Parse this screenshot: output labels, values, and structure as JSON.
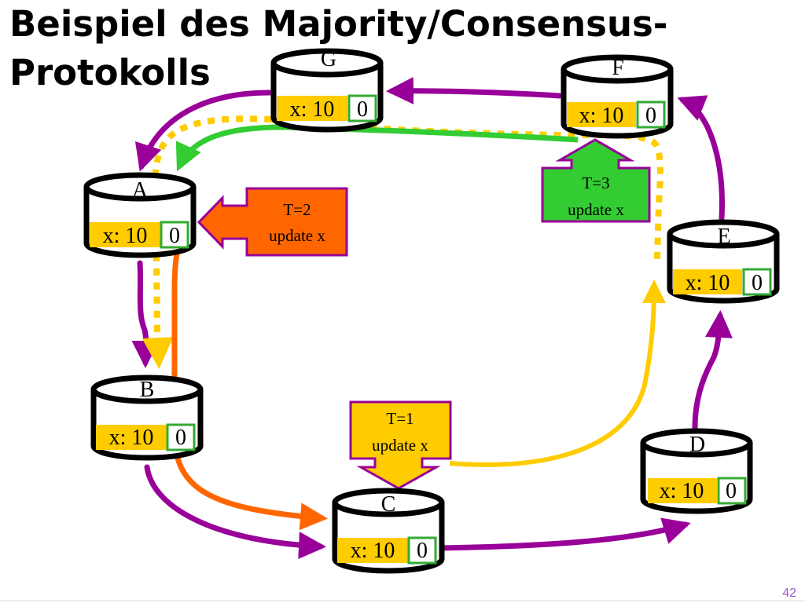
{
  "slide": {
    "title_line1": "Beispiel des Majority/Consensus-",
    "title_line2": "Protokolls",
    "page_number": "42"
  },
  "nodes": {
    "G": {
      "name": "G",
      "value": "x: 10",
      "timestamp": "0"
    },
    "F": {
      "name": "F",
      "value": "x: 10",
      "timestamp": "0"
    },
    "A": {
      "name": "A",
      "value": "x: 10",
      "timestamp": "0"
    },
    "E": {
      "name": "E",
      "value": "x: 10",
      "timestamp": "0"
    },
    "B": {
      "name": "B",
      "value": "x: 10",
      "timestamp": "0"
    },
    "D": {
      "name": "D",
      "value": "x: 10",
      "timestamp": "0"
    },
    "C": {
      "name": "C",
      "value": "x: 10",
      "timestamp": "0"
    }
  },
  "callouts": {
    "t1": {
      "line1": "T=1",
      "line2": "update x",
      "color": "#ffcc00"
    },
    "t2": {
      "line1": "T=2",
      "line2": "update x",
      "color": "#ff6600"
    },
    "t3": {
      "line1": "T=3",
      "line2": "update x",
      "color": "#33cc33"
    }
  },
  "colors": {
    "ring": "#990099",
    "path_t1": "#ffcc00",
    "path_t2": "#ff6600",
    "path_t3": "#33cc33",
    "value_bg": "#ffcc00",
    "timestamp_border": "#33aa33"
  }
}
